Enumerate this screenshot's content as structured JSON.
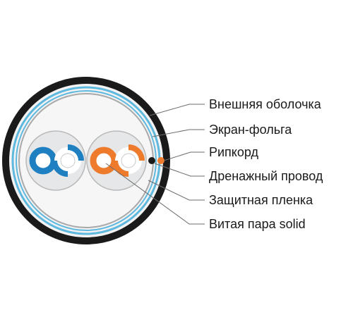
{
  "labels": {
    "outer_jacket": "Внешняя оболочка",
    "foil_screen": "Экран-фольга",
    "ripcord": "Рипкорд",
    "drain_wire": "Дренажный провод",
    "protective_film": "Защитная пленка",
    "twisted_pair": "Витая пара solid"
  },
  "colors": {
    "jacket": "#1a1a1a",
    "foil": "#5fb9df",
    "film": "#a9a9a9",
    "pair_background": "#e6e7e8",
    "pair1": "#1e7fc1",
    "pair2": "#ee7a2b",
    "ripcord": "#ee7a2b",
    "drain": "#1a1a1a",
    "leader_line": "#6b6b6b"
  },
  "icons": {
    "pairs": [
      "blue-pair-icon",
      "orange-pair-icon"
    ]
  }
}
